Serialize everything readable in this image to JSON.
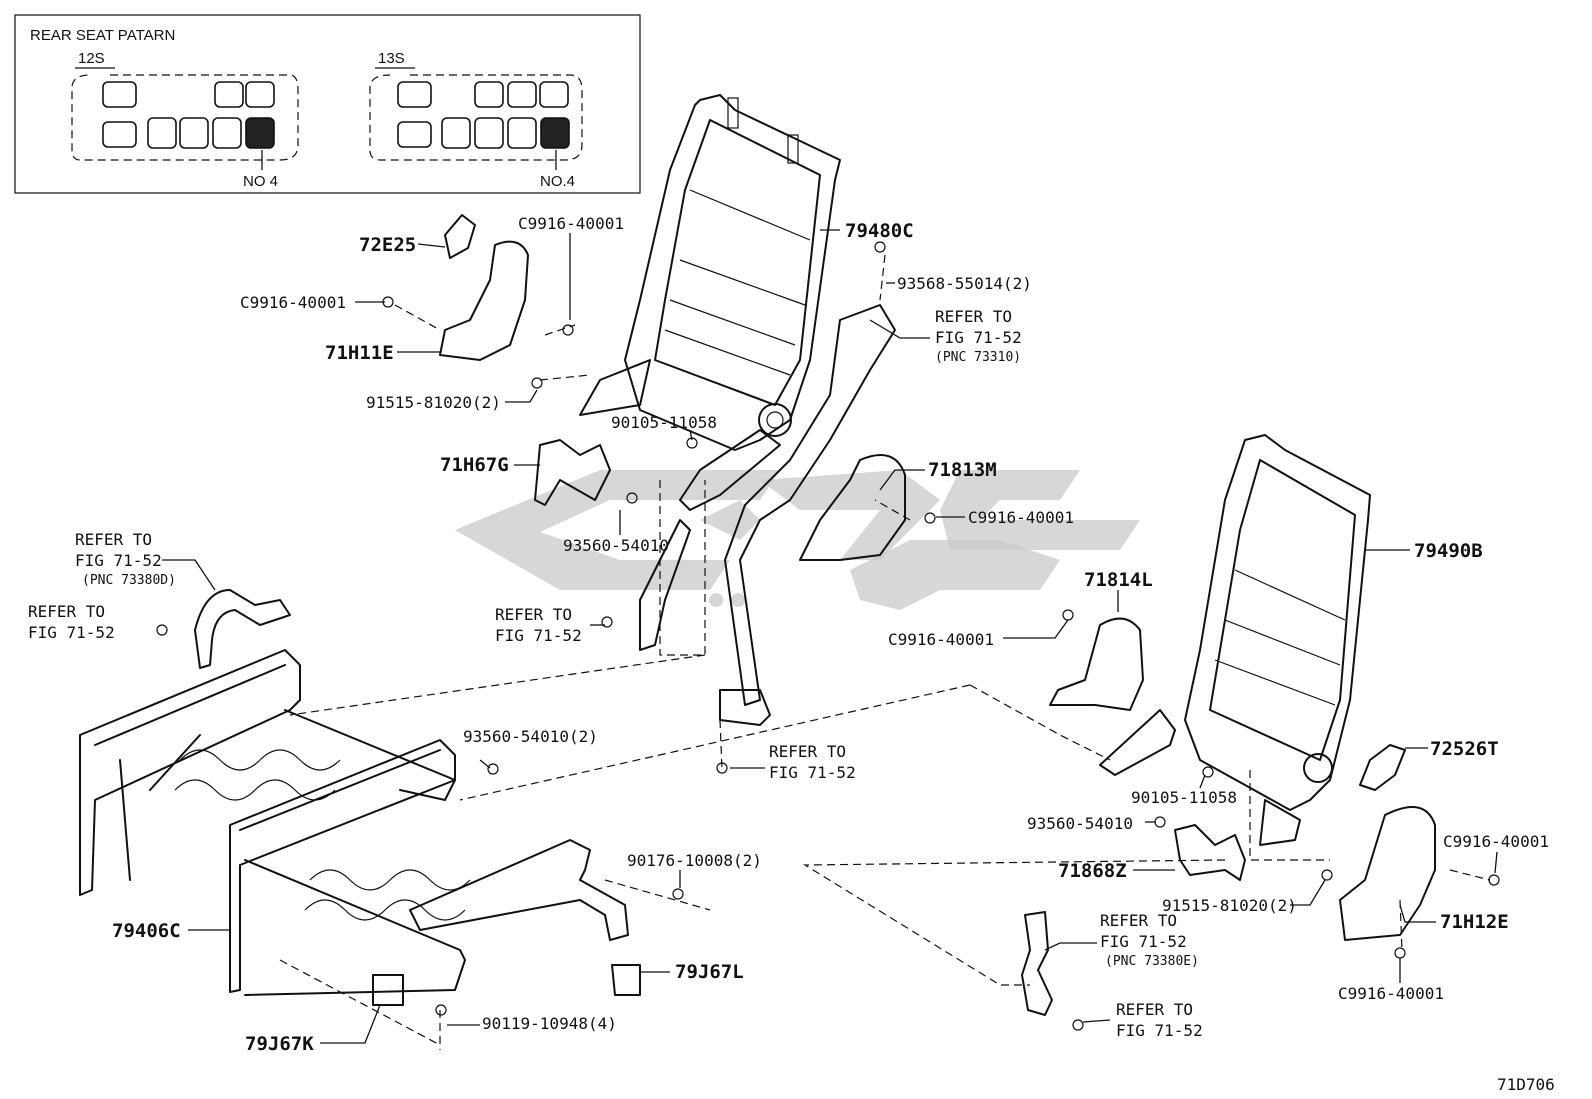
{
  "legend": {
    "title": "REAR SEAT PATARN",
    "pattern_12s": "12S",
    "pattern_13s": "13S",
    "no4_left": "NO 4",
    "no4_right": "NO.4"
  },
  "labels": {
    "p72E25": "72E25",
    "c9916_a": "C9916-40001",
    "c9916_b": "C9916-40001",
    "p71H11E": "71H11E",
    "p91515_left": "91515-81020(2)",
    "p79480C": "79480C",
    "p93568": "93568-55014(2)",
    "refer_top_1": "REFER TO",
    "refer_top_2": "FIG 71-52",
    "refer_top_3": "(PNC 73310)",
    "p90105_left": "90105-11058",
    "p71H67G": "71H67G",
    "p71813M": "71813M",
    "c9916_c": "C9916-40001",
    "p93560_a": "93560-54010",
    "refer_left_1": "REFER TO",
    "refer_left_2": "FIG 71-52",
    "refer_left_3": "(PNC 73380D)",
    "refer_left2_1": "REFER TO",
    "refer_left2_2": "FIG 71-52",
    "refer_mid_1": "REFER TO",
    "refer_mid_2": "FIG 71-52",
    "p79490B": "79490B",
    "p71814L": "71814L",
    "c9916_d": "C9916-40001",
    "p93560_b": "93560-54010(2)",
    "refer_buckle_1": "REFER TO",
    "refer_buckle_2": "FIG 71-52",
    "p72526T": "72526T",
    "p90105_right": "90105-11058",
    "p93560_c": "93560-54010",
    "c9916_e": "C9916-40001",
    "p71868Z": "71868Z",
    "p91515_right": "91515-81020(2)",
    "p71H12E": "71H12E",
    "p90176": "90176-10008(2)",
    "p79406C": "79406C",
    "p79J67L": "79J67L",
    "refer_br1_1": "REFER TO",
    "refer_br1_2": "FIG 71-52",
    "refer_br1_3": "(PNC 73380E)",
    "refer_br2_1": "REFER TO",
    "refer_br2_2": "FIG 71-52",
    "c9916_f": "C9916-40001",
    "p90119": "90119-10948(4)",
    "p79J67K": "79J67K",
    "figure_code": "71D706"
  }
}
